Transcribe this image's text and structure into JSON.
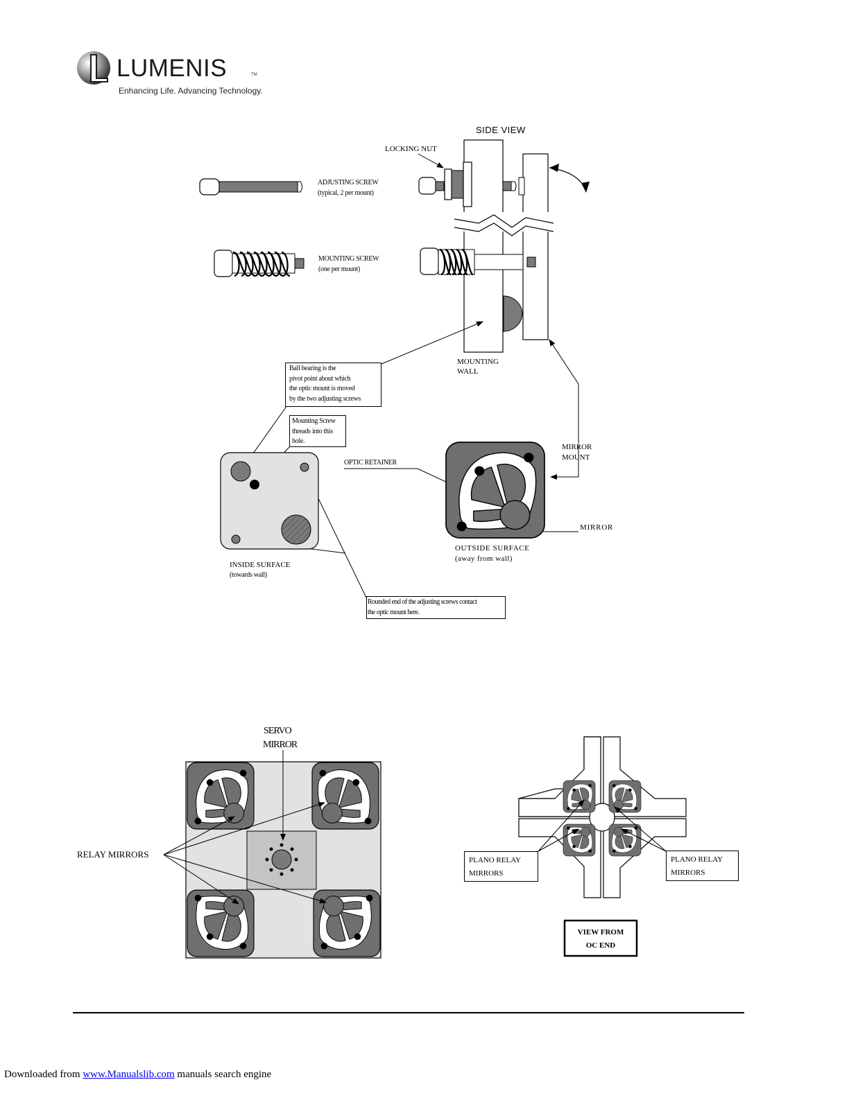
{
  "logo": {
    "word": "LUMENIS",
    "tm": "TM",
    "tagline": "Enhancing Life. Advancing Technology."
  },
  "diagram_top": {
    "side_view": "SIDE VIEW",
    "locking_nut": "LOCKING NUT",
    "adjusting_screw": "ADJUSTING SCREW",
    "adjusting_screw_note": "(typical, 2 per mount)",
    "mounting_screw": "MOUNTING SCREW",
    "mounting_screw_note": "(one per mount)",
    "mounting_wall_1": "MOUNTING",
    "mounting_wall_2": "WALL",
    "ball_bearing_lines": [
      "Ball bearing is the",
      "pivot point about which",
      "the optic mount is moved",
      "by the two adjusting screws"
    ],
    "mounting_screw_hole_lines": [
      "Mounting Screw",
      "threads into this",
      "hole."
    ],
    "optic_retainer": "OPTIC RETAINER",
    "mirror_mount_1": "MIRROR",
    "mirror_mount_2": "MOUNT",
    "mirror": "MIRROR",
    "inside_surface": "INSIDE SURFACE",
    "inside_surface_note": "(towards wall)",
    "outside_surface": "OUTSIDE SURFACE",
    "outside_surface_note": "(away from wall)",
    "rounded_end_lines": [
      "Rounded end of the adjusting screws contact",
      "the optic mount here."
    ]
  },
  "diagram_bottom_left": {
    "servo_1": "SERVO",
    "servo_2": "MIRROR",
    "relay_mirrors": "RELAY MIRRORS"
  },
  "diagram_bottom_right": {
    "plano_left_1": "PLANO RELAY",
    "plano_left_2": "MIRRORS",
    "plano_right_1": "PLANO RELAY",
    "plano_right_2": "MIRRORS",
    "view_from_1": "VIEW FROM",
    "view_from_2": "OC END"
  },
  "footer": {
    "prefix": "Downloaded from",
    "link": "www.Manualslib.com",
    "suffix": "manuals search engine"
  }
}
